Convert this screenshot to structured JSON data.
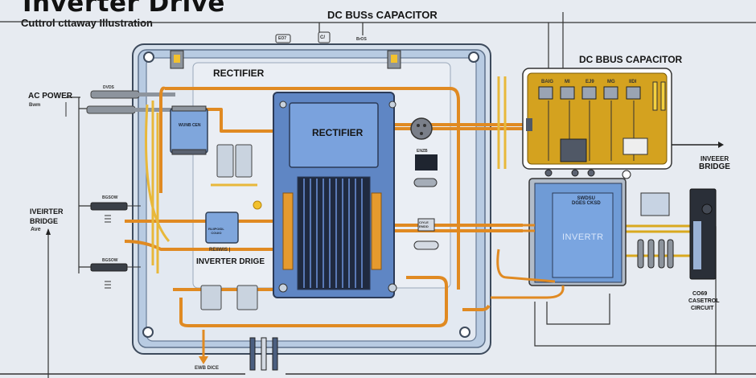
{
  "header": {
    "title": "Inverter Drive",
    "subtitle": "Cuttrol cttaway Illustration"
  },
  "labels": {
    "dc_bus_capacitor_top": "DC BUSs   CAPACITOR",
    "dc_bus_capacitor_right": "DC BBUS CAPACITOR",
    "ac_power": "AC POWER",
    "ac_power_sub": "Bwm",
    "inverter_bridge_left_line1": "IVEIRTER",
    "inverter_bridge_left_line2": "BRIDGE",
    "inverter_bridge_left_sub": "Ave",
    "rectifier_top": "RECTIFIER",
    "rectifier_module": "RECTIFIER",
    "inverter_bridge_inner": "INVERTER DRIGE",
    "inverter_bridge_inner_sub": "REIIWIS  |",
    "inverter_bridge_right_line1": "INVEEER",
    "inverter_bridge_right_line2": "BRIDGE",
    "inverter_module": "INVERTR",
    "inverter_module_sub": "SWDSU\nDGES CKSD",
    "control_circuit_line1": "CO69",
    "control_circuit_line2": "CASETROL",
    "control_circuit_line3": "CIRCUIT",
    "bottom_arrow": "EWB DICE",
    "small_module": "WUNB CEN",
    "small_filter": "RLIIPOIDL\nCOUIO",
    "terminal_tag_left1": "BGSOW",
    "terminal_tag_left2": "BGSOW",
    "top_tag_1": "EO7",
    "top_tag_2": "C/",
    "top_tag_3": "BrOS",
    "ac_tag": "DVDS",
    "side_tag": "ENZB",
    "relay_tag": "CIYLE\nEMDD",
    "cap_tags": [
      "BAIG",
      "MI",
      "EJ9",
      "MG",
      "IIDI"
    ]
  },
  "colors": {
    "background": "#e7ebf1",
    "enclosure": "#5d708a",
    "enclosure_fill": "#c8d5e6",
    "module_blue": "#6f9bd6",
    "cable_orange": "#e08a22",
    "cable_yellow": "#e8b83a",
    "pcb_gold": "#d4a21f",
    "dark": "#2a2f38"
  }
}
